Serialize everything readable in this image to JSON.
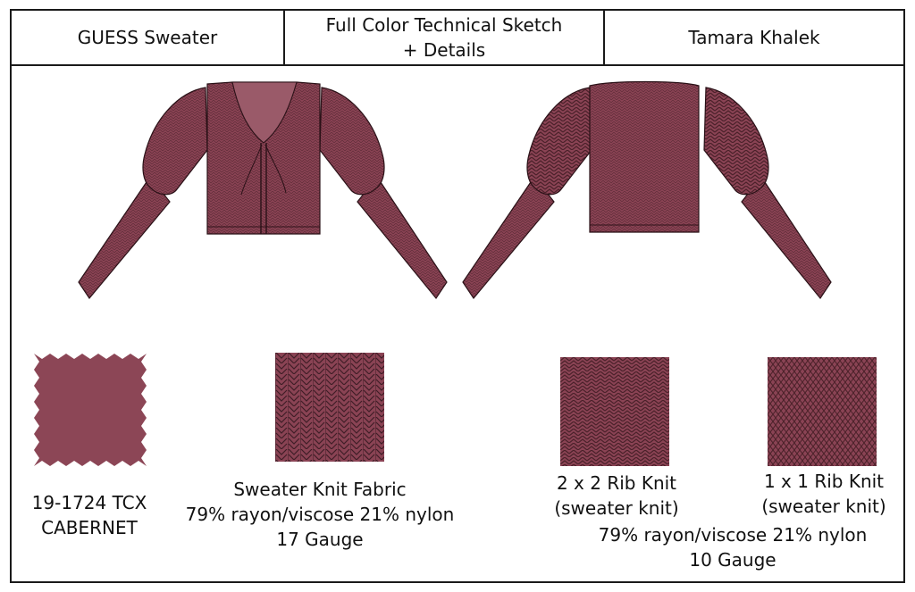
{
  "header": {
    "style_name": "GUESS Sweater",
    "sheet_title_line1": "Full Color Technical Sketch",
    "sheet_title_line2": "+ Details",
    "designer": "Tamara Khalek"
  },
  "colors": {
    "cabernet": "#8c4656",
    "knit_dark": "#6e3340",
    "knit_line": "#3f1d26",
    "outline": "#2a1117"
  },
  "swatches": {
    "color": {
      "line1": "19-1724 TCX",
      "line2": "CABERNET"
    },
    "fabric": {
      "line1": "Sweater Knit Fabric",
      "line2": "79% rayon/viscose 21% nylon",
      "line3": "17 Gauge"
    },
    "rib2x2": {
      "line1": "2 x 2 Rib Knit",
      "line2": "(sweater knit)"
    },
    "rib1x1": {
      "line1": "1 x 1 Rib Knit",
      "line2": "(sweater knit)"
    },
    "rib_shared": {
      "line1": "79% rayon/viscose 21% nylon",
      "line2": "10 Gauge"
    }
  }
}
